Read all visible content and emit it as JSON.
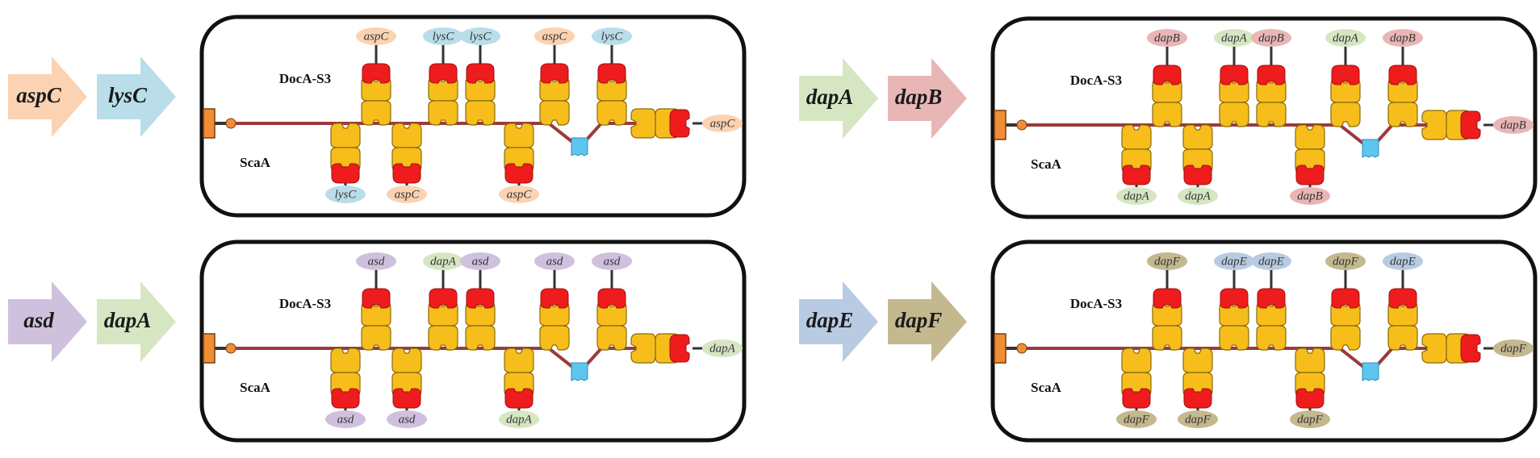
{
  "colors": {
    "aspC": "#fbd3b3",
    "lysC": "#b9dde9",
    "asd": "#cfc1de",
    "dapA": "#d6e6c2",
    "dapB": "#e9b6b6",
    "dapE": "#b8cbe2",
    "dapF": "#c4b88f",
    "cohesin": "#f7be1b",
    "dockerin": "#ee1c1c",
    "scaffold": "#9c3a3a",
    "anchor": "#f08e37",
    "cbm": "#5ec6ee"
  },
  "panels": [
    {
      "arrows": [
        "aspC",
        "lysC"
      ],
      "docA_label": "DocA-S3",
      "scaA_label": "ScaA",
      "top_genes": [
        "aspC",
        "lysC",
        "lysC",
        "aspC",
        "lysC"
      ],
      "bottom_genes": [
        "lysC",
        "aspC",
        "aspC"
      ],
      "end_gene": "aspC"
    },
    {
      "arrows": [
        "dapA",
        "dapB"
      ],
      "docA_label": "DocA-S3",
      "scaA_label": "ScaA",
      "top_genes": [
        "dapB",
        "dapA",
        "dapB",
        "dapA",
        "dapB"
      ],
      "bottom_genes": [
        "dapA",
        "dapA",
        "dapB"
      ],
      "end_gene": "dapB"
    },
    {
      "arrows": [
        "asd",
        "dapA"
      ],
      "docA_label": "DocA-S3",
      "scaA_label": "ScaA",
      "top_genes": [
        "asd",
        "dapA",
        "asd",
        "asd",
        "asd"
      ],
      "bottom_genes": [
        "asd",
        "asd",
        "dapA"
      ],
      "end_gene": "dapA"
    },
    {
      "arrows": [
        "dapE",
        "dapF"
      ],
      "docA_label": "DocA-S3",
      "scaA_label": "ScaA",
      "top_genes": [
        "dapF",
        "dapE",
        "dapE",
        "dapF",
        "dapE"
      ],
      "bottom_genes": [
        "dapF",
        "dapF",
        "dapF"
      ],
      "end_gene": "dapF"
    }
  ]
}
